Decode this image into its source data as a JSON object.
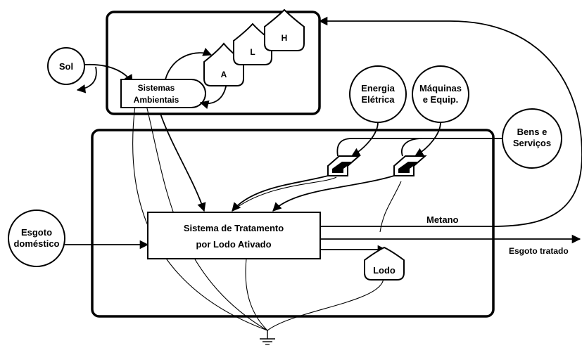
{
  "diagram": {
    "nodes": {
      "sol": "Sol",
      "sistemas_ambientais": [
        "Sistemas",
        "Ambientais"
      ],
      "storage_a": "A",
      "storage_l": "L",
      "storage_h": "H",
      "energia_eletrica": [
        "Energia",
        "Elétrica"
      ],
      "maquinas_equip": [
        "Máquinas",
        "e Equip."
      ],
      "bens_servicos": [
        "Bens e",
        "Serviços"
      ],
      "esgoto_domestico": [
        "Esgoto",
        "doméstico"
      ],
      "sistema_tratamento": [
        "Sistema de Tratamento",
        "por Lodo Ativado"
      ],
      "lodo": "Lodo"
    },
    "edge_labels": {
      "metano": "Metano",
      "esgoto_tratado": "Esgoto tratado"
    }
  }
}
